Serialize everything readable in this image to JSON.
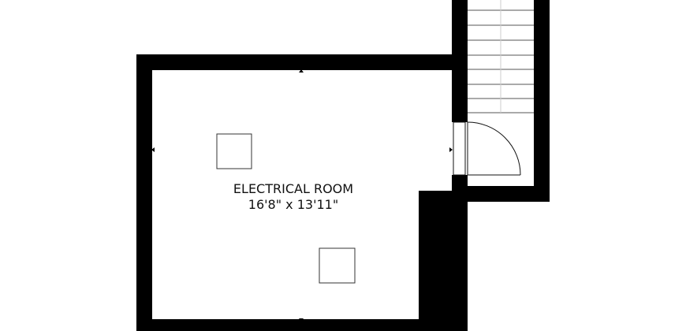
{
  "room": {
    "name": "ELECTRICAL ROOM",
    "dimensions": "16'8\" x 13'11\""
  },
  "colors": {
    "wall": "#000000",
    "background": "#ffffff",
    "fixture_outline": "#333333",
    "stair_line": "#555555",
    "stair_centerline": "#cccccc"
  },
  "elements": {
    "stairs": {
      "step_count": 7
    },
    "door": {
      "swing": "quarter-arc"
    },
    "fixtures": {
      "count": 2
    }
  }
}
